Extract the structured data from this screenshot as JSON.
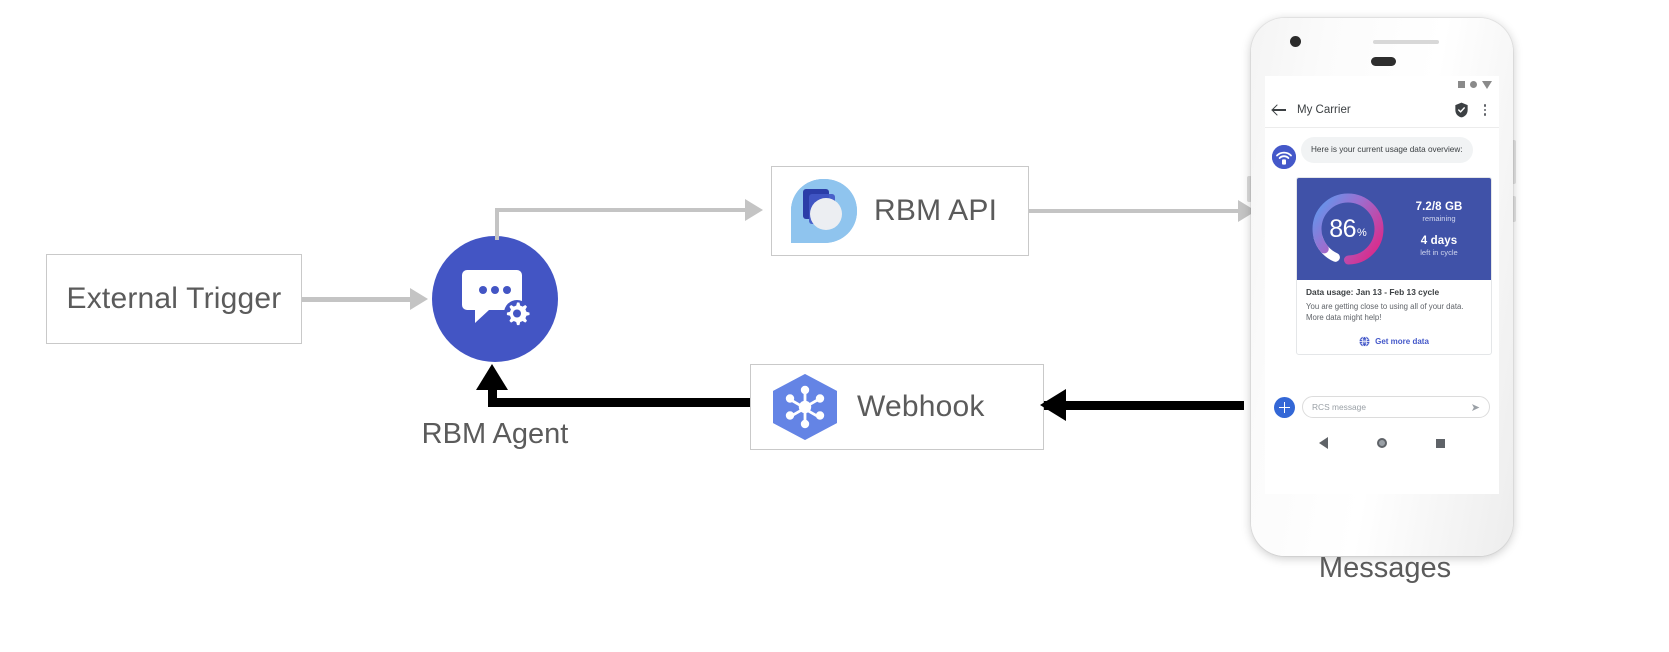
{
  "diagram": {
    "nodes": {
      "external_trigger": {
        "label": "External Trigger"
      },
      "rbm_agent": {
        "label": "RBM Agent",
        "icon": "chat-gear-icon"
      },
      "rbm_api": {
        "label": "RBM API",
        "icon": "rbm-teardrop-icon"
      },
      "webhook": {
        "label": "Webhook",
        "icon": "cloud-functions-hexagon-icon"
      },
      "messages": {
        "label": "Messages"
      }
    },
    "colors": {
      "agent_blue": "#4355c4",
      "arrow_grey": "#c4c4c4",
      "arrow_dark": "#000000",
      "box_border": "#c9c9c9",
      "label_text": "#5b5b5b"
    }
  },
  "phone": {
    "status_bar": {
      "icons": [
        "square-icon",
        "dot-icon",
        "triangle-down-icon"
      ]
    },
    "app_bar": {
      "back_icon": "back-arrow-icon",
      "title": "My Carrier",
      "verified_icon": "verified-shield-icon",
      "menu_icon": "overflow-menu-icon"
    },
    "conversation": {
      "avatar_icon": "wifi-router-avatar-icon",
      "incoming_message": "Here is your current usage data overview:",
      "rich_card": {
        "gauge": {
          "value": "86",
          "unit": "%",
          "percent": 86,
          "track_color": "#ffffff",
          "gradient_from": "#5b9bf0",
          "gradient_mid": "#9b6fd0",
          "gradient_to": "#d62f8f",
          "panel_bg": "#4052a8"
        },
        "stats": [
          {
            "big": "7.2/8 GB",
            "small": "remaining"
          },
          {
            "big": "4 days",
            "small": "left in cycle"
          }
        ],
        "title": "Data usage: Jan 13 - Feb 13 cycle",
        "description": "You are getting close to using all of your data. More data might help!",
        "action": {
          "icon": "globe-icon",
          "label": "Get more data",
          "color": "#4458c9"
        }
      }
    },
    "composer": {
      "plus_icon": "plus-icon",
      "placeholder": "RCS message",
      "send_icon": "send-icon",
      "send_glyph": "➤"
    },
    "nav_bar": {
      "items": [
        "back-nav-icon",
        "home-nav-icon",
        "recents-nav-icon"
      ]
    }
  }
}
